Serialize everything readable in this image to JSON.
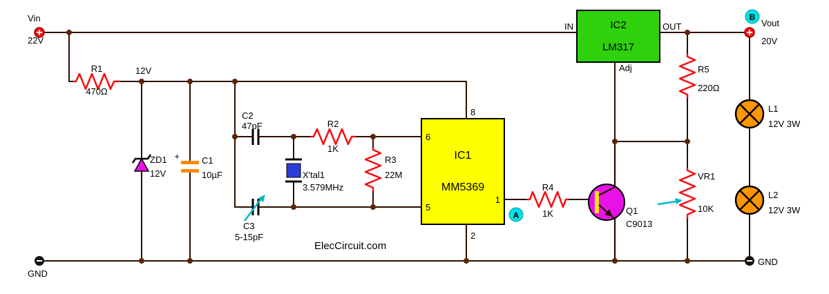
{
  "diagram": {
    "watermark": "ElecCircuit.com"
  },
  "terminals": {
    "vin": {
      "label": "Vin",
      "value": "22V"
    },
    "vout": {
      "label": "Vout",
      "value": "20V"
    },
    "gnd_left": {
      "label": "GND"
    },
    "gnd_right": {
      "label": "GND"
    }
  },
  "nodes": {
    "rail_12v": "12V",
    "point_a": "A",
    "point_b": "B"
  },
  "components": {
    "r1": {
      "ref": "R1",
      "value": "470Ω"
    },
    "r2": {
      "ref": "R2",
      "value": "1K"
    },
    "r3": {
      "ref": "R3",
      "value": "22M"
    },
    "r4": {
      "ref": "R4",
      "value": "1K"
    },
    "r5": {
      "ref": "R5",
      "value": "220Ω"
    },
    "vr1": {
      "ref": "VR1",
      "value": "10K"
    },
    "c1": {
      "ref": "C1",
      "value": "10µF",
      "polarity": "+"
    },
    "c2": {
      "ref": "C2",
      "value": "47pF"
    },
    "c3": {
      "ref": "C3",
      "value": "5-15pF"
    },
    "zd1": {
      "ref": "ZD1",
      "value": "12V"
    },
    "xtal1": {
      "ref": "X'tal1",
      "value": "3.579MHz"
    },
    "q1": {
      "ref": "Q1",
      "value": "C9013"
    },
    "l1": {
      "ref": "L1",
      "value": "12V 3W"
    },
    "l2": {
      "ref": "L2",
      "value": "12V 3W"
    },
    "ic1": {
      "ref": "IC1",
      "part": "MM5369",
      "pins": {
        "p8": "8",
        "p6": "6",
        "p5": "5",
        "p1": "1",
        "p2": "2"
      }
    },
    "ic2": {
      "ref": "IC2",
      "part": "LM317",
      "pins": {
        "in": "IN",
        "out": "OUT",
        "adj": "Adj"
      }
    }
  },
  "colors": {
    "wire": "#2b0e00",
    "junction": "#5c2404",
    "resistor": "#f50f0f",
    "ic1_fill": "#ffff00",
    "ic2_fill": "#2ed10b",
    "transistor_fill": "#e812e8",
    "zener_fill": "#e812e8",
    "crystal_fill": "#2b3cd5",
    "cap_electrolytic": "#ff8800",
    "lamp_fill": "#ff9500",
    "node_badge": "#00e1e6",
    "terminal_positive": "#fb0d0d",
    "terminal_ground": "#141414",
    "trimmer_arrow": "#00b7c4"
  }
}
